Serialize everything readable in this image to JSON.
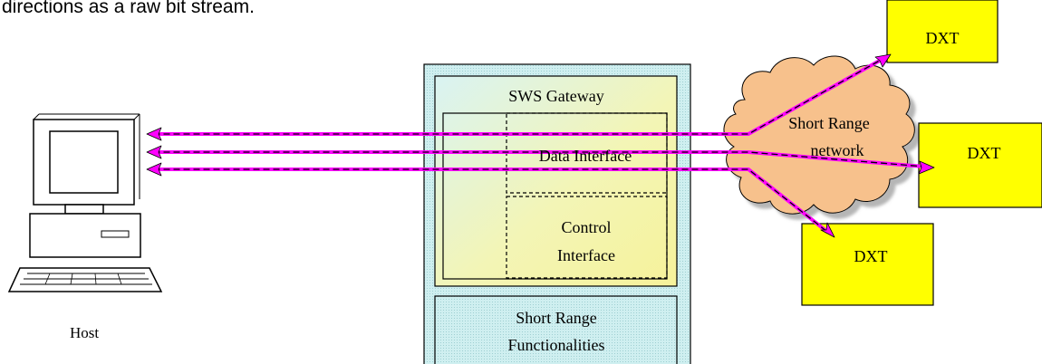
{
  "intro": {
    "line1": "directions as a raw bit stream."
  },
  "host": {
    "label": "Host"
  },
  "gateway": {
    "title": "SWS Gateway",
    "data_interface": "Data Interface",
    "control_interface_line1": "Control",
    "control_interface_line2": "Interface",
    "functionalities_line1": "Short Range",
    "functionalities_line2": "Functionalities"
  },
  "network": {
    "label_line1": "Short Range",
    "label_line2": "network"
  },
  "devices": [
    {
      "label": "DXT"
    },
    {
      "label": "DXT"
    },
    {
      "label": "DXT"
    }
  ],
  "colors": {
    "gateway_fill": "#e6f7f7",
    "gateway_inner_fill": "#f2f5b8",
    "cloud_fill": "#f7c18c",
    "device_fill": "#ffff00",
    "link_magenta": "#ff00ff",
    "link_dash": "#000000"
  }
}
